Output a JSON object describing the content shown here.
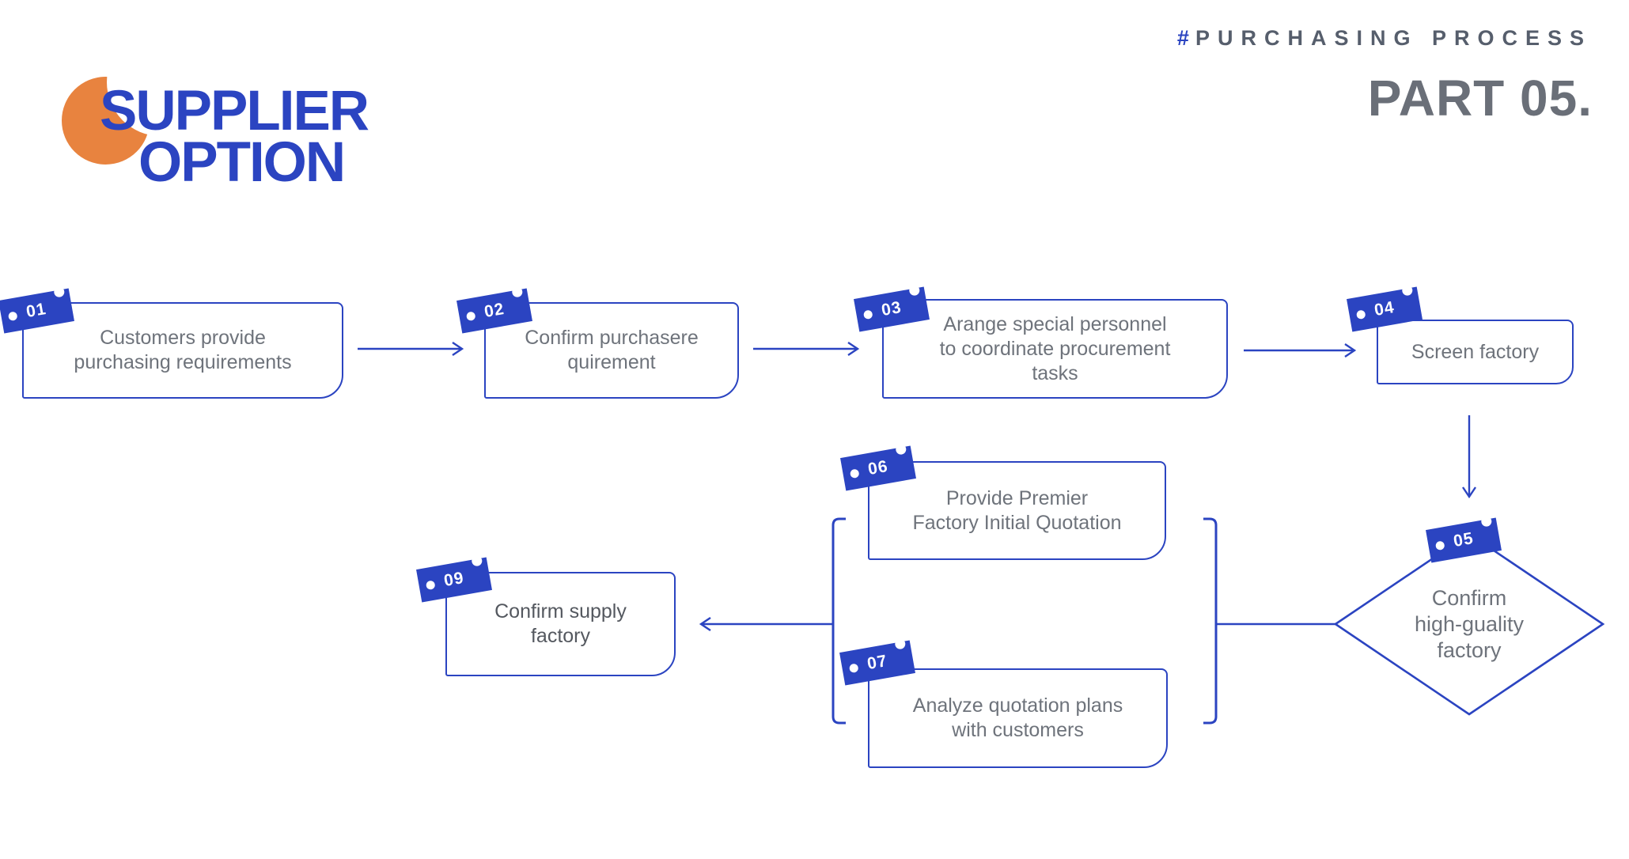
{
  "header": {
    "hash": "#",
    "kicker": "PURCHASING PROCESS",
    "part": "PART 05."
  },
  "logo": {
    "line1": "SUPPLIER",
    "line2": "OPTION"
  },
  "colors": {
    "blue": "#2b44c1",
    "orange": "#e8833f",
    "gray_text": "#6e737b",
    "dark_text": "#54585f",
    "kicker_gray": "#565e6c",
    "part_gray": "#6a6f78"
  },
  "nodes": [
    {
      "id": "01",
      "shape": "box",
      "label": "Customers provide purchasing requirements",
      "lines": [
        "Customers provide",
        "purchasing requirements"
      ]
    },
    {
      "id": "02",
      "shape": "box",
      "label": "Confirm purchasere quirement",
      "lines": [
        "Confirm purchasere",
        "quirement"
      ]
    },
    {
      "id": "03",
      "shape": "box",
      "label": "Arange special personnel to coordinate procurement tasks",
      "lines": [
        "Arange special personnel",
        "to coordinate procurement",
        "tasks"
      ]
    },
    {
      "id": "04",
      "shape": "box",
      "label": "Screen factory",
      "lines": [
        "Screen factory"
      ]
    },
    {
      "id": "05",
      "shape": "diamond",
      "label": "Confirm high-guality factory",
      "lines": [
        "Confirm",
        "high-guality",
        "factory"
      ]
    },
    {
      "id": "06",
      "shape": "box",
      "label": "Provide Premier Factory Initial Quotation",
      "lines": [
        "Provide Premier",
        "Factory Initial Quotation"
      ]
    },
    {
      "id": "07",
      "shape": "box",
      "label": "Analyze quotation plans with customers",
      "lines": [
        "Analyze quotation plans",
        "with customers"
      ]
    },
    {
      "id": "09",
      "shape": "box",
      "label": "Confirm supply factory",
      "lines": [
        "Confirm supply",
        "factory"
      ]
    }
  ],
  "edges": [
    {
      "from": "01",
      "to": "02"
    },
    {
      "from": "02",
      "to": "03"
    },
    {
      "from": "03",
      "to": "04"
    },
    {
      "from": "04",
      "to": "05"
    },
    {
      "from": "05",
      "to": "06"
    },
    {
      "from": "05",
      "to": "07"
    },
    {
      "from": "06",
      "to": "09"
    },
    {
      "from": "07",
      "to": "09"
    }
  ]
}
